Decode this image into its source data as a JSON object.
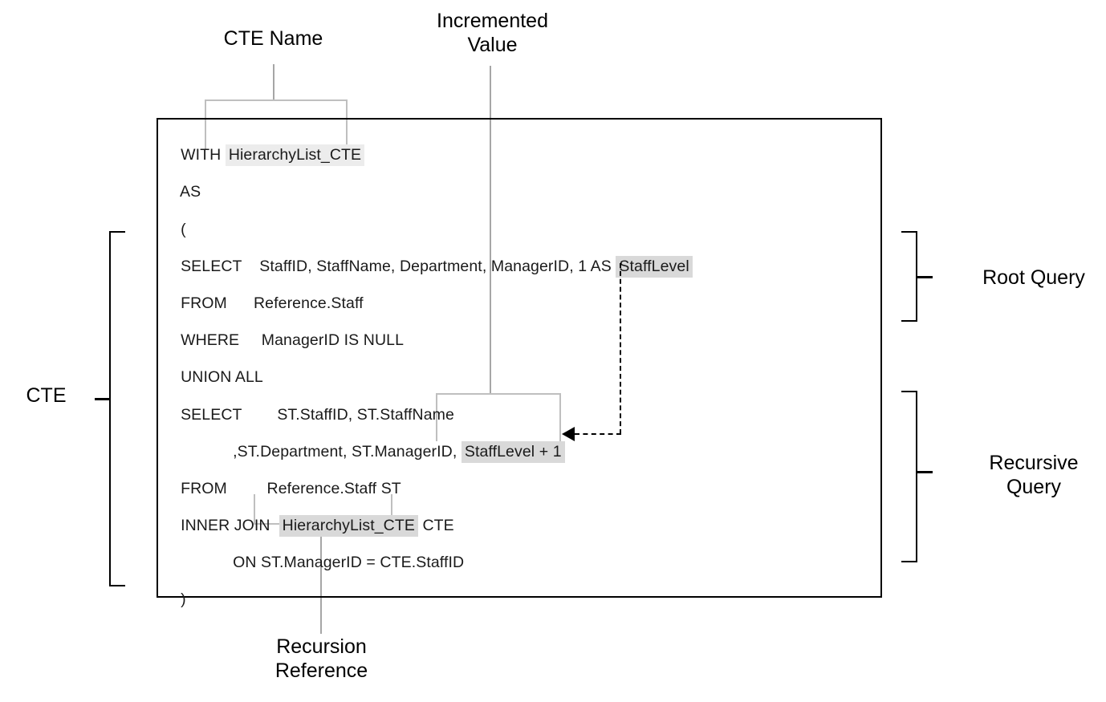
{
  "diagram": {
    "title": "Recursive CTE anatomy",
    "colors": {
      "box_border": "#000000",
      "callout_border": "#bfbfbf",
      "connector": "#a6a6a6",
      "highlight_strong": "#d9d9d9",
      "highlight_soft": "#ececec",
      "text": "#1a1a1a"
    }
  },
  "annotations": {
    "cte_name": "CTE Name",
    "incremented_value": "Incremented\nValue",
    "recursion_reference": "Recursion\nReference",
    "root_query": "Root Query",
    "recursive_query": "Recursive\nQuery",
    "cte": "CTE"
  },
  "code": {
    "lines": [
      {
        "id": "with",
        "keyword": "WITH ",
        "rest": "",
        "token": "HierarchyList_CTE",
        "token_style": "soft",
        "tail": ""
      },
      {
        "id": "as",
        "keyword": "AS",
        "rest": "",
        "token": "",
        "token_style": "none",
        "tail": ""
      },
      {
        "id": "open-paren",
        "keyword": "(",
        "rest": "",
        "token": "",
        "token_style": "none",
        "tail": ""
      },
      {
        "id": "select-root",
        "keyword": "SELECT",
        "rest": "    StaffID, StaffName, Department, ManagerID, 1 AS ",
        "token": "StaffLevel",
        "token_style": "strong",
        "tail": ""
      },
      {
        "id": "from-root",
        "keyword": "FROM",
        "rest": "      Reference.Staff",
        "token": "",
        "token_style": "none",
        "tail": ""
      },
      {
        "id": "where-root",
        "keyword": "WHERE",
        "rest": "     ManagerID IS NULL",
        "token": "",
        "token_style": "none",
        "tail": ""
      },
      {
        "id": "union-all",
        "keyword": "UNION ALL",
        "rest": "",
        "token": "",
        "token_style": "none",
        "tail": ""
      },
      {
        "id": "select-rec",
        "keyword": "SELECT",
        "rest": "        ST.StaffID, ST.StaffName",
        "token": "",
        "token_style": "none",
        "tail": ""
      },
      {
        "id": "select-rec2",
        "keyword": "",
        "rest": ",ST.Department, ST.ManagerID, ",
        "token": "StaffLevel + 1",
        "token_style": "strong",
        "tail": ""
      },
      {
        "id": "from-rec",
        "keyword": "FROM",
        "rest": "         Reference.Staff ST",
        "token": "",
        "token_style": "none",
        "tail": ""
      },
      {
        "id": "inner-join",
        "keyword": "INNER JOIN",
        "rest": "  ",
        "token": "HierarchyList_CTE",
        "token_style": "strong",
        "tail": " CTE"
      },
      {
        "id": "on-clause",
        "keyword": "",
        "rest": "ON ST.ManagerID = CTE.StaffID",
        "token": "",
        "token_style": "none",
        "tail": ""
      },
      {
        "id": "close-paren",
        "keyword": ")",
        "rest": "",
        "token": "",
        "token_style": "none",
        "tail": ""
      }
    ]
  }
}
